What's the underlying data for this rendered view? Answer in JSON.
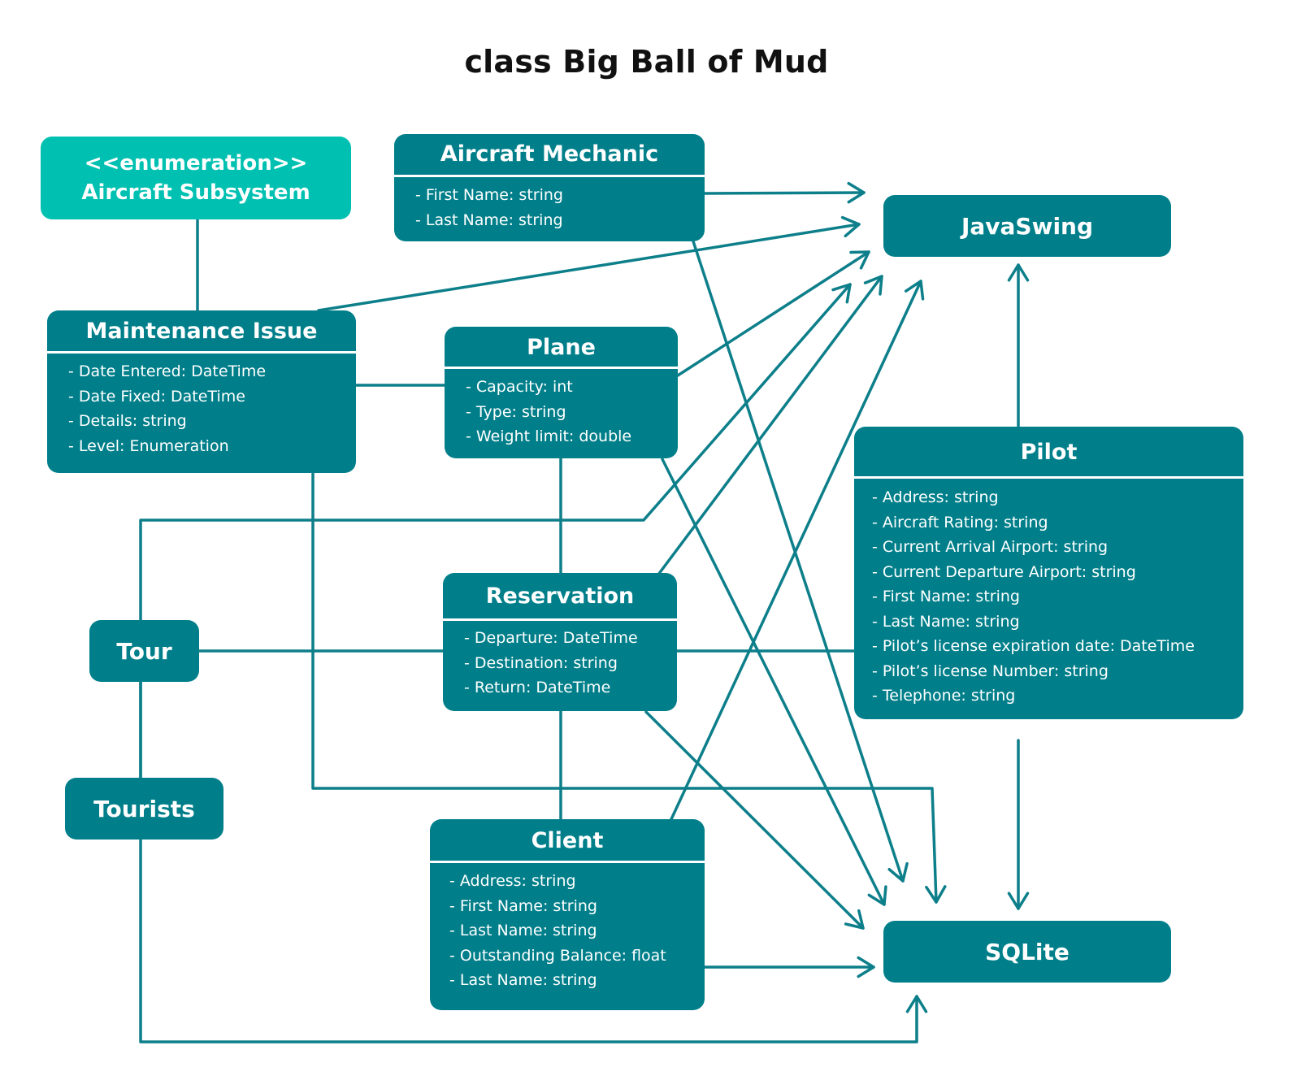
{
  "title": "class Big Ball of Mud",
  "colors": {
    "box": "#007f8a",
    "enumeration": "#00c1b1",
    "edge": "#0d7f8a",
    "text": "#ffffff"
  },
  "enumeration": {
    "stereotype": "<<enumeration>>",
    "name": "Aircraft Subsystem"
  },
  "classes": {
    "aircraft_mechanic": {
      "name": "Aircraft Mechanic",
      "attributes": [
        "- First Name: string",
        "- Last Name: string"
      ]
    },
    "maintenance_issue": {
      "name": "Maintenance Issue",
      "attributes": [
        "- Date Entered: DateTime",
        "- Date Fixed: DateTime",
        "- Details: string",
        "- Level: Enumeration"
      ]
    },
    "plane": {
      "name": "Plane",
      "attributes": [
        "- Capacity: int",
        "- Type: string",
        "- Weight limit: double"
      ]
    },
    "reservation": {
      "name": "Reservation",
      "attributes": [
        "- Departure: DateTime",
        "- Destination: string",
        "- Return: DateTime"
      ]
    },
    "client": {
      "name": "Client",
      "attributes": [
        "- Address: string",
        "- First Name: string",
        "- Last Name: string",
        "- Outstanding Balance: float",
        "- Last Name: string"
      ]
    },
    "pilot": {
      "name": "Pilot",
      "attributes": [
        "- Address: string",
        "- Aircraft Rating: string",
        "- Current Arrival Airport: string",
        "- Current Departure Airport: string",
        "- First Name: string",
        "- Last Name: string",
        "- Pilot’s license expiration date: DateTime",
        "- Pilot’s license Number: string",
        "- Telephone: string"
      ]
    }
  },
  "nodes": {
    "javaswing": "JavaSwing",
    "sqlite": "SQLite",
    "tour": "Tour",
    "tourists": "Tourists"
  }
}
